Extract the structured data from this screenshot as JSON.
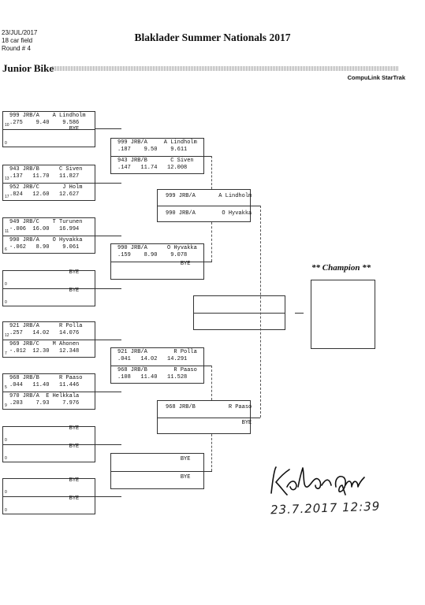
{
  "header": {
    "date": "23/JUL/2017",
    "field": "18 car field",
    "round": "Round # 4",
    "title": "Blaklader Summer Nationals 2017",
    "category": "Junior Bike",
    "brand": "CompuLink StarTrak"
  },
  "round1": [
    {
      "top": {
        "line1": "999 JRB/A    A Lindholm",
        "line2": ".275    9.40    9.586",
        "seed": "10"
      },
      "bottom": {
        "line1": "",
        "line2": "                  BYE",
        "seed": "0"
      }
    },
    {
      "top": {
        "line1": "943 JRB/B      C Siven",
        "line2": ".137   11.70   11.827",
        "seed": "13"
      },
      "bottom": {
        "line1": "952 JRB/C       J Holm",
        "line2": ".824   12.60   12.627",
        "seed": "17"
      }
    },
    {
      "top": {
        "line1": "949 JRB/C    T Turunen",
        "line2": "-.006  16.00   16.994",
        "seed": "11"
      },
      "bottom": {
        "line1": "990 JRB/A    O Hyvakka",
        "line2": "-.062   8.90    9.061",
        "seed": "6"
      }
    },
    {
      "top": {
        "line1": "",
        "line2": "                  BYE",
        "seed": "0"
      },
      "bottom": {
        "line1": "",
        "line2": "                  BYE",
        "seed": "0"
      }
    },
    {
      "top": {
        "line1": "921 JRB/A      R Polla",
        "line2": ".257   14.02   14.076",
        "seed": "12"
      },
      "bottom": {
        "line1": "969 JRB/C    M Ahonen",
        "line2": "-.012  12.30   12.348",
        "seed": "7"
      }
    },
    {
      "top": {
        "line1": "968 JRB/B      R Paaso",
        "line2": ".044   11.40   11.446",
        "seed": "5"
      },
      "bottom": {
        "line1": "970 JRB/A  E Helkkala",
        "line2": ".203    7.93    7.976",
        "seed": "9"
      }
    },
    {
      "top": {
        "line1": "",
        "line2": "                  BYE",
        "seed": "0"
      },
      "bottom": {
        "line1": "",
        "line2": "                  BYE",
        "seed": "0"
      }
    },
    {
      "top": {
        "line1": "",
        "line2": "                  BYE",
        "seed": "0"
      },
      "bottom": {
        "line1": "",
        "line2": "                  BYE",
        "seed": "0"
      }
    }
  ],
  "round2": [
    {
      "top": {
        "line1": "999 JRB/A     A Lindholm",
        "line2": ".187    9.50    9.611"
      },
      "bottom": {
        "line1": "943 JRB/B       C Siven",
        "line2": ".147   11.74   12.008"
      }
    },
    {
      "top": {
        "line1": "990 JRB/A      O Hyvakka",
        "line2": ".159    8.90    9.078"
      },
      "bottom": {
        "line1": "",
        "line2": "                   BYE"
      }
    },
    {
      "top": {
        "line1": "921 JRB/A        R Polla",
        "line2": ".041   14.02   14.291"
      },
      "bottom": {
        "line1": "968 JRB/B        R Paaso",
        "line2": ".108   11.40   11.528"
      }
    },
    {
      "top": {
        "line1": "",
        "line2": "                   BYE"
      },
      "bottom": {
        "line1": "",
        "line2": "                   BYE"
      }
    }
  ],
  "round3": [
    {
      "top": "999 JRB/A       A Lindholm",
      "bottom": "990 JRB/A        O Hyvakka"
    },
    {
      "top": "968 JRB/B          R Paaso",
      "bottom": "                       BYE"
    }
  ],
  "final": {
    "top": "",
    "bottom": ""
  },
  "champion": {
    "label": "** Champion **",
    "name": ""
  },
  "signature": {
    "date_time": "23.7.2017   12:39"
  }
}
